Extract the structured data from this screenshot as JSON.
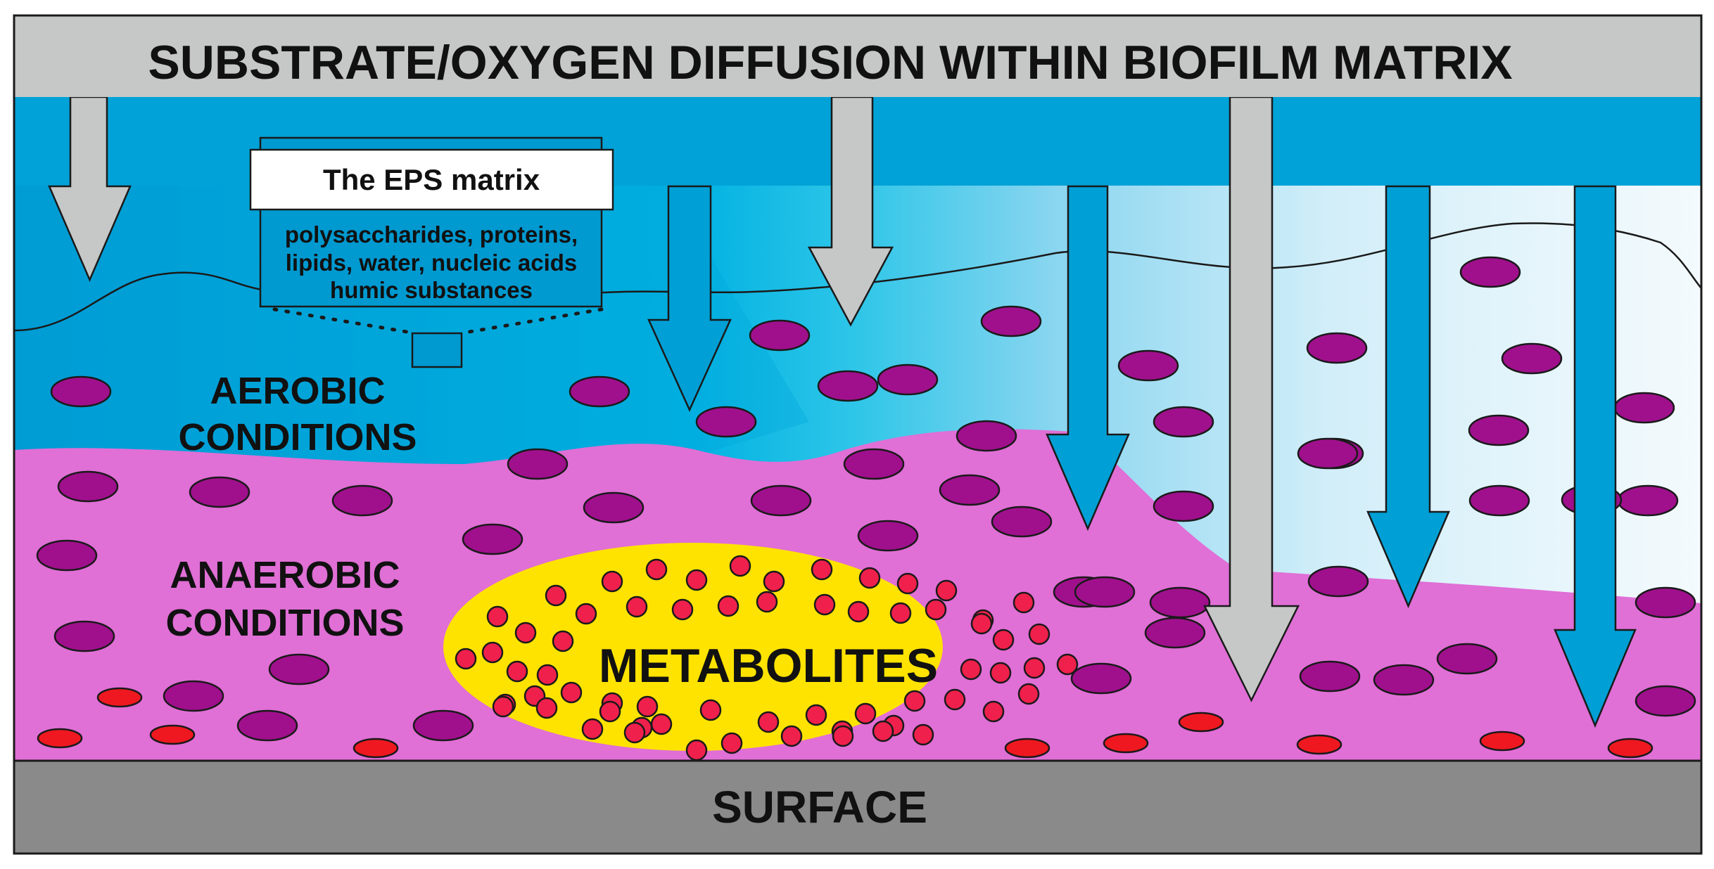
{
  "title": "SUBSTRATE/OXYGEN DIFFUSION WITHIN BIOFILM MATRIX",
  "eps_box": {
    "header": "The EPS matrix",
    "lines": [
      "polysaccharides, proteins,",
      "lipids,  water, nucleic acids",
      "humic substances"
    ]
  },
  "zones": {
    "aerobic": [
      "AEROBIC",
      "CONDITIONS"
    ],
    "anaerobic": [
      "ANAEROBIC",
      "CONDITIONS"
    ],
    "metabolites": "METABOLITES",
    "surface": "SURFACE"
  },
  "colors": {
    "header_gray": "#c6c7c7",
    "surface_gray": "#8a8a8a",
    "aerobic_blue": "#00a2d8",
    "aerobic_cyan": "#2cc4e6",
    "light_blue": "#aee1f2",
    "pale_blue": "#f0f8fc",
    "anaerobic_pink": "#e06fd6",
    "metabolites_yellow": "#ffe300",
    "cell_purple": "#a0108c",
    "cell_red": "#f01820",
    "metabolite_dot": "#f0204c",
    "arrow_blue": "#00a0d6",
    "arrow_gray": "#c6c7c7"
  }
}
